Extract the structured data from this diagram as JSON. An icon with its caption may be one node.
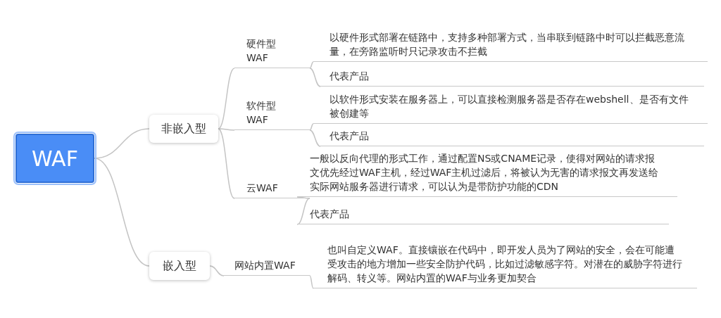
{
  "diagram": {
    "nodes": [
      {
        "text": [
          "WAF"
        ]
      },
      {
        "text": [
          "非嵌入型"
        ]
      },
      {
        "text": [
          "嵌入型"
        ]
      },
      {
        "text": [
          "硬件型WAF"
        ]
      },
      {
        "text": [
          "以硬件形式部署在链路中，支持多种部署方式，当串联到链路中时可以拦截恶意流量，在旁路监听时只记录攻击不拦截"
        ]
      },
      {
        "text": [
          "代表产品"
        ]
      },
      {
        "text": [
          "软件型WAF"
        ]
      },
      {
        "text": [
          "以软件形式安装在服务器上，可以直接检测服务器是否存在webshell、是否有文件被创建等"
        ]
      },
      {
        "text": [
          "代表产品"
        ]
      },
      {
        "text": [
          "云WAF"
        ]
      },
      {
        "text": [
          "一般以反向代理的形式工作，通过配置NS或CNAME记录，使得对网站的请求报文优先经过WAF主机，经过WAF主机过滤后，将被认为无害的请求报文再发送给实际网站服务器进行请求，可以认为是带防护功能的CDN"
        ]
      },
      {
        "text": [
          "代表产品"
        ]
      },
      {
        "text": [
          "网站内置WAF"
        ]
      },
      {
        "text": [
          "也叫自定义WAF。直接镶嵌在代码中，即开发人员为了网站的安全，会在可能遭受攻击的地方增加一些安全防护代码，比如过滤敏感字符。对潜在的威胁字符进行解码、转义等。网站内置的WAF与业务更加契合"
        ]
      }
    ],
    "edges": [
      {
        "from": 0,
        "to": 1,
        "arrow": "none"
      },
      {
        "from": 0,
        "to": 2,
        "arrow": "none"
      },
      {
        "from": 1,
        "to": 3,
        "arrow": "none"
      },
      {
        "from": 3,
        "to": 4,
        "arrow": "none"
      },
      {
        "from": 3,
        "to": 5,
        "arrow": "none"
      },
      {
        "from": 1,
        "to": 6,
        "arrow": "none"
      },
      {
        "from": 6,
        "to": 7,
        "arrow": "none"
      },
      {
        "from": 6,
        "to": 8,
        "arrow": "none"
      },
      {
        "from": 1,
        "to": 9,
        "arrow": "none"
      },
      {
        "from": 9,
        "to": 10,
        "arrow": "none"
      },
      {
        "from": 9,
        "to": 11,
        "arrow": "none"
      },
      {
        "from": 2,
        "to": 12,
        "arrow": "none"
      },
      {
        "from": 12,
        "to": 13,
        "arrow": "none"
      }
    ]
  }
}
